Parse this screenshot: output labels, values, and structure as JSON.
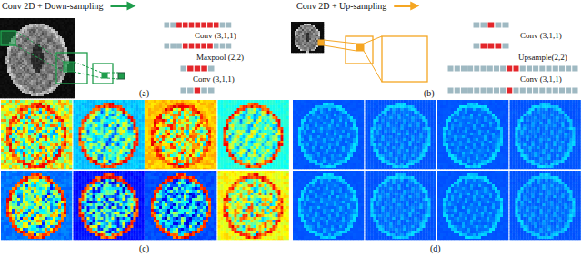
{
  "diagram": {
    "labels": [
      "Conv 2D + Down-sampling",
      "Conv (3,1,1)",
      "Maxpool (2,2)",
      "Conv (3,1,1)",
      "(a)",
      "Conv 2D + Up-sampling",
      "Conv (3,1,1)",
      "Upsample(2,2)",
      "Conv (3,1,1)",
      "(b)",
      "(c)",
      "(d)"
    ]
  }
}
